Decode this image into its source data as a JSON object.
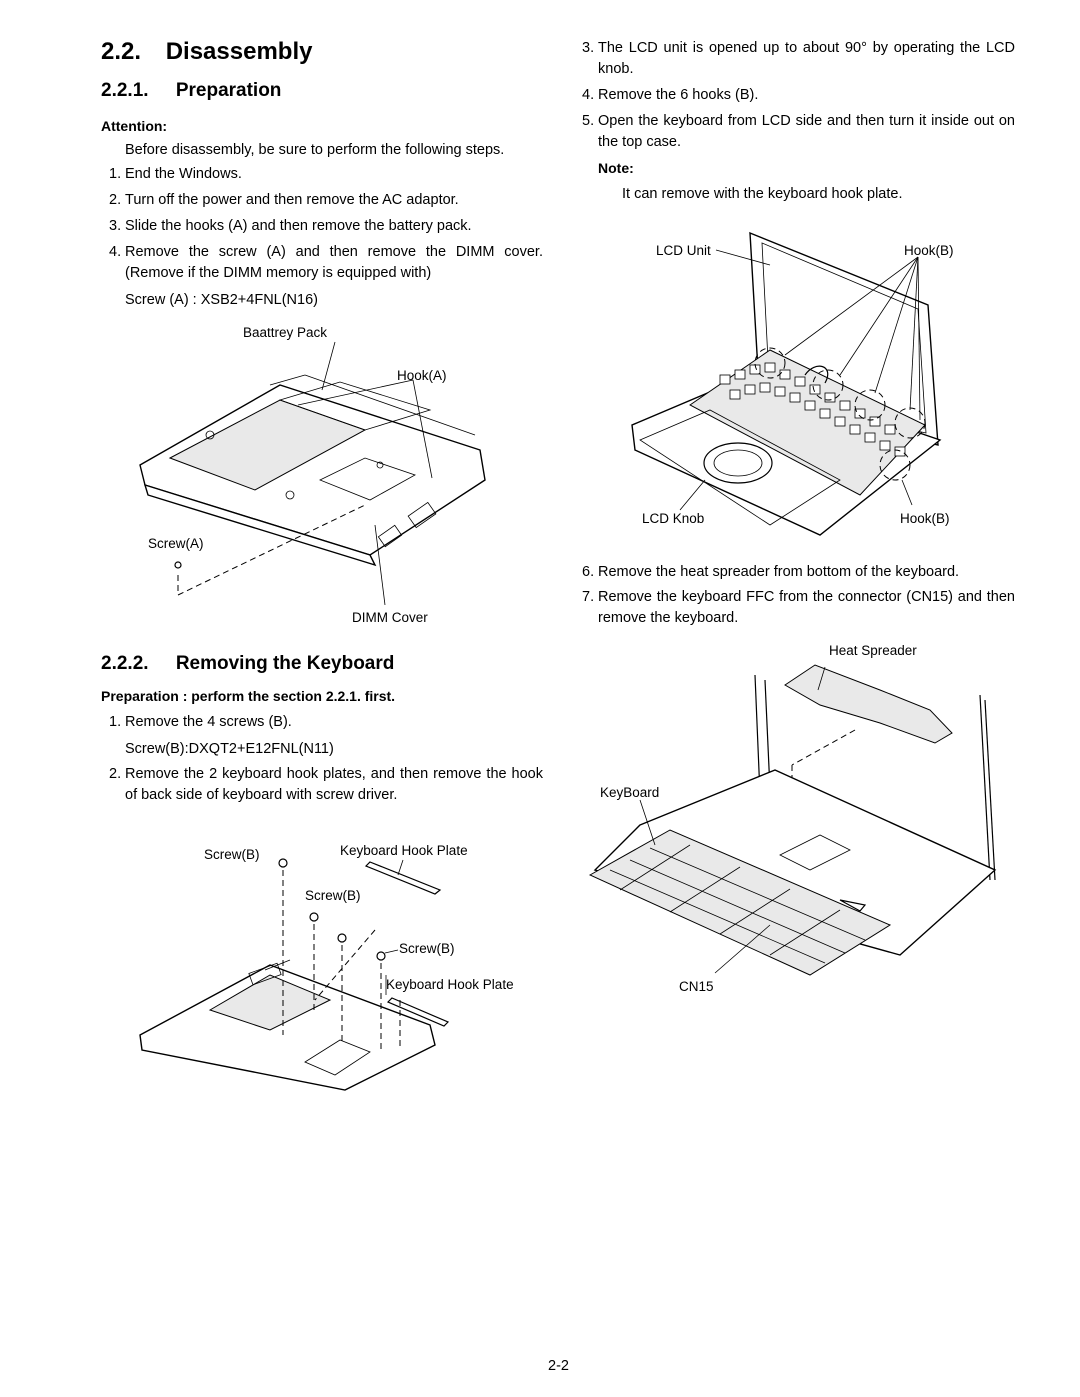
{
  "section": {
    "number": "2.2.",
    "title": "Disassembly"
  },
  "prep": {
    "number": "2.2.1.",
    "title": "Preparation",
    "attention_label": "Attention:",
    "intro": "Before disassembly, be sure to perform the following steps.",
    "steps": [
      {
        "n": "1.",
        "text": "End the Windows."
      },
      {
        "n": "2.",
        "text": "Turn off the power and then remove the AC adaptor."
      },
      {
        "n": "3.",
        "text": "Slide the hooks (A) and then remove the battery pack."
      },
      {
        "n": "4.",
        "text": "Remove the screw (A) and then remove the DIMM cover. (Remove if the DIMM memory is equipped with)"
      }
    ],
    "screw_spec": "Screw (A) : XSB2+4FNL(N16)",
    "figure": {
      "battery_pack": "Baattrey Pack",
      "hook_a": "Hook(A)",
      "screw_a": "Screw(A)",
      "dimm_cover": "DIMM Cover"
    }
  },
  "keyboard": {
    "number": "2.2.2.",
    "title": "Removing the Keyboard",
    "preparation_note": "Preparation : perform the section 2.2.1. first.",
    "steps": [
      {
        "n": "1.",
        "text": "Remove the 4 screws (B)."
      },
      {
        "n": "2.",
        "text": "Remove the 2 keyboard hook plates, and then remove the hook of back side of keyboard with screw driver."
      }
    ],
    "screw_spec": "Screw(B):DXQT2+E12FNL(N11)",
    "figure": {
      "screw_b": "Screw(B)",
      "hook_plate": "Keyboard Hook Plate"
    }
  },
  "right": {
    "steps_a": [
      {
        "n": "3.",
        "text": "The LCD unit is opened up to about 90° by operating the LCD knob."
      },
      {
        "n": "4.",
        "text": "Remove the 6 hooks (B)."
      },
      {
        "n": "5.",
        "text": "Open the keyboard from LCD side and then turn it inside out on the top case."
      }
    ],
    "note_label": "Note:",
    "note_text": "It can remove with the keyboard hook plate.",
    "figure1": {
      "lcd_unit": "LCD Unit",
      "hook_b": "Hook(B)",
      "lcd_knob": "LCD Knob"
    },
    "steps_b": [
      {
        "n": "6.",
        "text": "Remove the heat spreader from bottom of the keyboard."
      },
      {
        "n": "7.",
        "text": "Remove the keyboard FFC from the connector (CN15) and then remove the keyboard."
      }
    ],
    "figure2": {
      "heat_spreader": "Heat Spreader",
      "keyboard": "KeyBoard",
      "cn15": "CN15"
    }
  },
  "page_number": "2-2"
}
